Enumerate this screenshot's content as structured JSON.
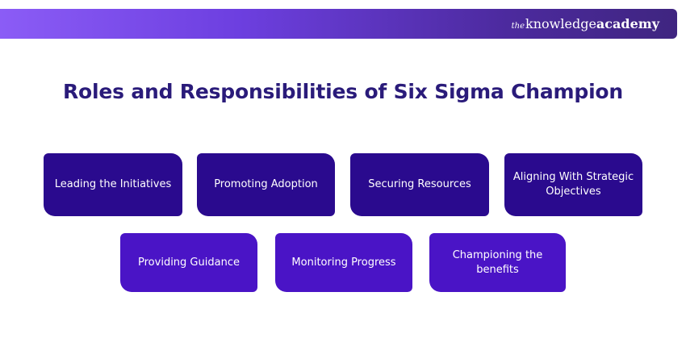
{
  "header": {
    "brand_the": "the",
    "brand_knowledge": "knowledge",
    "brand_academy": "academy"
  },
  "title": "Roles and Responsibilities of Six Sigma Champion",
  "cards": [
    {
      "label": "Leading the Initiatives"
    },
    {
      "label": "Promoting Adoption"
    },
    {
      "label": "Securing Resources"
    },
    {
      "label": "Aligning With Strategic Objectives"
    },
    {
      "label": "Providing Guidance"
    },
    {
      "label": "Monitoring Progress"
    },
    {
      "label": "Championing the benefits"
    }
  ],
  "colors": {
    "title": "#2a1b7a",
    "row1_card": "#2a0a8e",
    "row2_card": "#4a14c6",
    "bar_start": "#8b5cf6",
    "bar_end": "#3f2580"
  }
}
